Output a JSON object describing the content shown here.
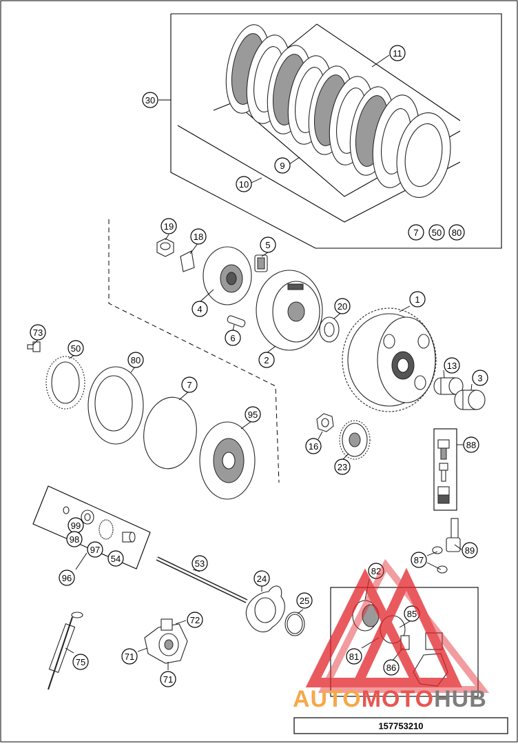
{
  "diagram": {
    "drawing_number": "157753210",
    "watermark": {
      "part_auto": "AUTO",
      "part_moto": "MOTO",
      "part_hub": "HUB",
      "color_auto": "#f6a847",
      "color_moto": "#e8554f",
      "color_hub": "#7d7d7d",
      "color_triangle": "#e2232a"
    },
    "callouts": [
      "30",
      "11",
      "9",
      "10",
      "7",
      "50",
      "80",
      "19",
      "18",
      "5",
      "4",
      "20",
      "1",
      "6",
      "2",
      "73",
      "50",
      "80",
      "7",
      "95",
      "13",
      "3",
      "16",
      "23",
      "88",
      "99",
      "98",
      "97",
      "54",
      "96",
      "53",
      "87",
      "89",
      "82",
      "24",
      "25",
      "85",
      "81",
      "86",
      "72",
      "71",
      "71",
      "75"
    ]
  }
}
